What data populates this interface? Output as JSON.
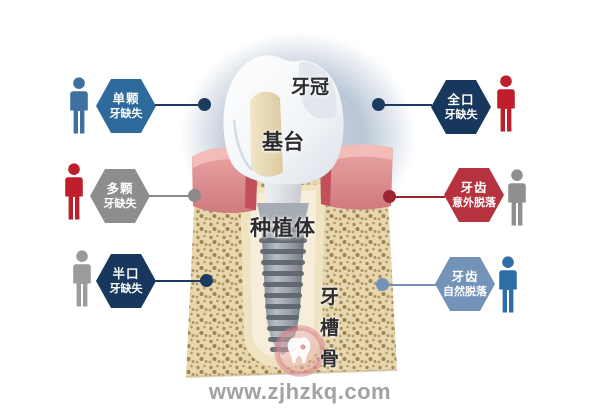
{
  "watermark": {
    "site": "www.zjhzkq.com"
  },
  "anatomy": {
    "crown": "牙冠",
    "abutment": "基台",
    "implant_body": "种植体",
    "alveolar_bone": "牙槽骨",
    "alveolar_bone_chars": [
      "牙",
      "槽",
      "骨"
    ]
  },
  "cases": {
    "left": [
      {
        "line1": "单颗",
        "line2": "牙缺失",
        "hex_color": "#2e6a9b",
        "person_color": "#3e70a1",
        "accent_color": "#1d3b5e"
      },
      {
        "line1": "多颗",
        "line2": "牙缺失",
        "hex_color": "#8d8d8d",
        "person_color": "#bf1f2d",
        "accent_color": "#8a8a8a"
      },
      {
        "line1": "半口",
        "line2": "牙缺失",
        "hex_color": "#17375c",
        "person_color": "#9b9b9b",
        "accent_color": "#1d3b5e"
      }
    ],
    "right": [
      {
        "line1": "全口",
        "line2": "牙缺失",
        "hex_color": "#17375c",
        "person_color": "#bf1f2d",
        "accent_color": "#1d3b5e"
      },
      {
        "line1": "牙齿",
        "line2": "意外脱落",
        "hex_color": "#b5323e",
        "person_color": "#8f8f8f",
        "accent_color": "#9c2531"
      },
      {
        "line1": "牙齿",
        "line2": "自然脱落",
        "hex_color": "#7493b8",
        "person_color": "#2f6ea6",
        "accent_color": "#7493b8"
      }
    ]
  },
  "palette": {
    "halo": "#bac7d7",
    "bone": "#e7d6ae",
    "gum": "#d98a8a",
    "implant_metal": "#9aa0a8",
    "label_text": "#2d2d2f",
    "watermark_text": "#a2a2a4"
  }
}
